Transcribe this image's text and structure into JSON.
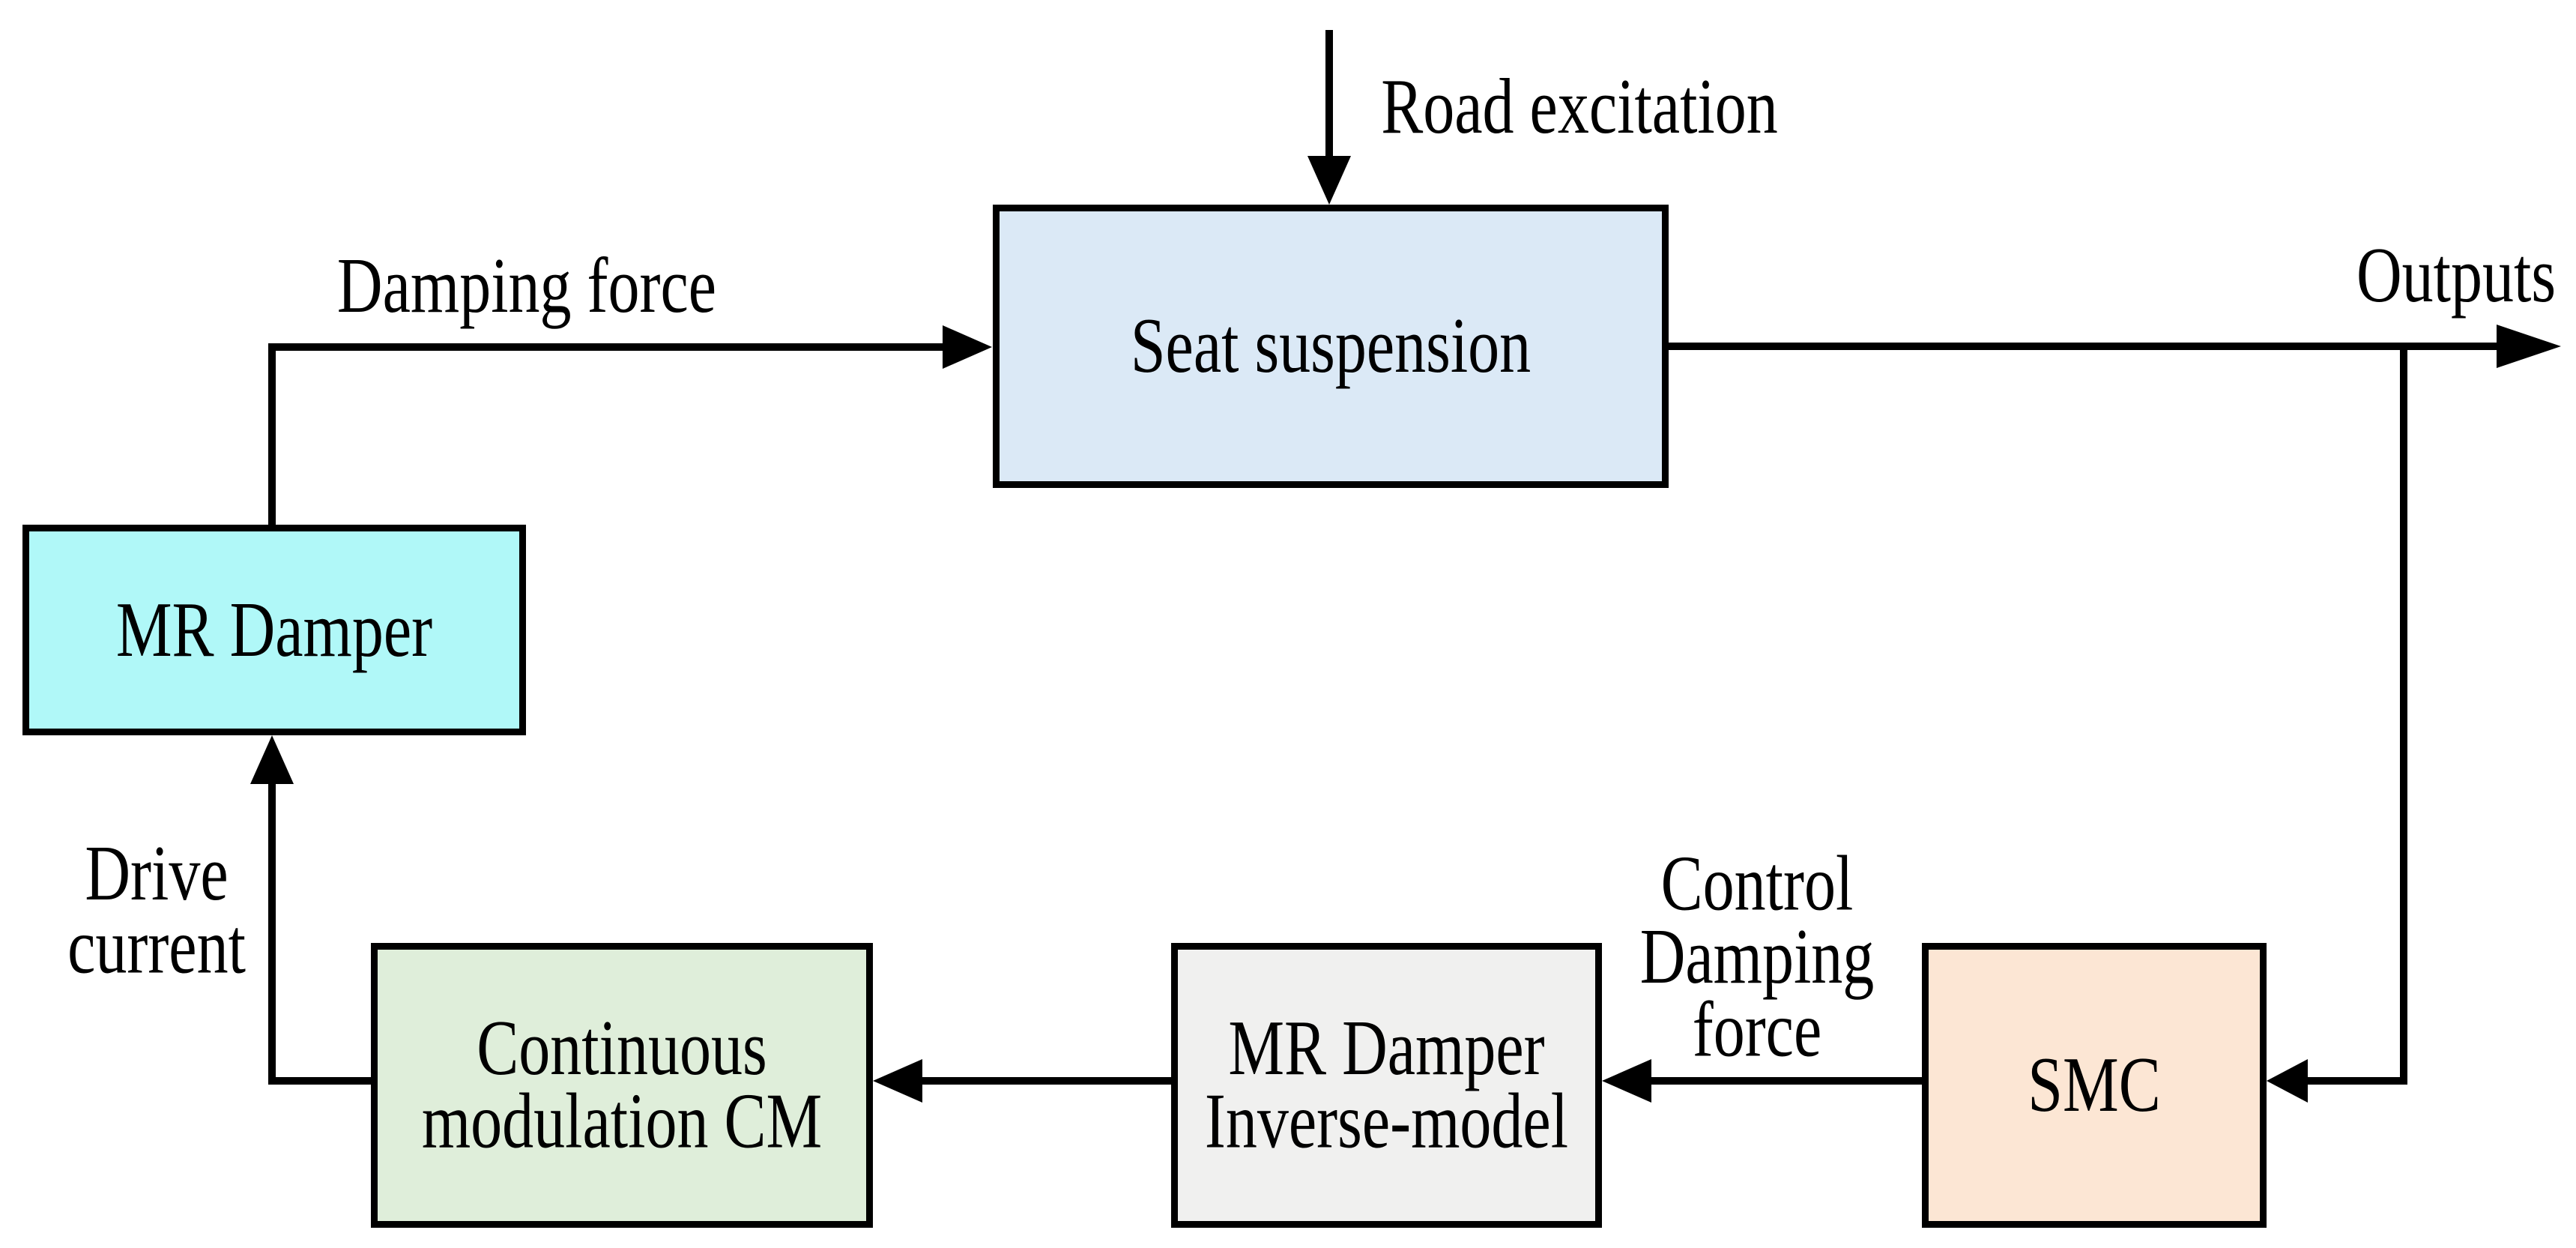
{
  "diagram": {
    "blocks": {
      "seat_suspension": {
        "label": "Seat suspension",
        "fill": "#dbe9f6"
      },
      "mr_damper": {
        "label": "MR Damper",
        "fill": "#b0f8f8"
      },
      "continuous_modulation": {
        "label": "Continuous\nmodulation CM",
        "fill": "#dfeeda"
      },
      "inverse_model": {
        "label": "MR Damper\nInverse-model",
        "fill": "#f0f0ef"
      },
      "smc": {
        "label": "SMC",
        "fill": "#fce6d4"
      }
    },
    "labels": {
      "road_excitation": "Road excitation",
      "damping_force": "Damping force",
      "outputs": "Outputs",
      "drive_current": "Drive\ncurrent",
      "control_damping_force": "Control\nDamping\nforce"
    },
    "colors": {
      "background": "#ffffff",
      "line": "#000000",
      "text": "#000000"
    }
  }
}
